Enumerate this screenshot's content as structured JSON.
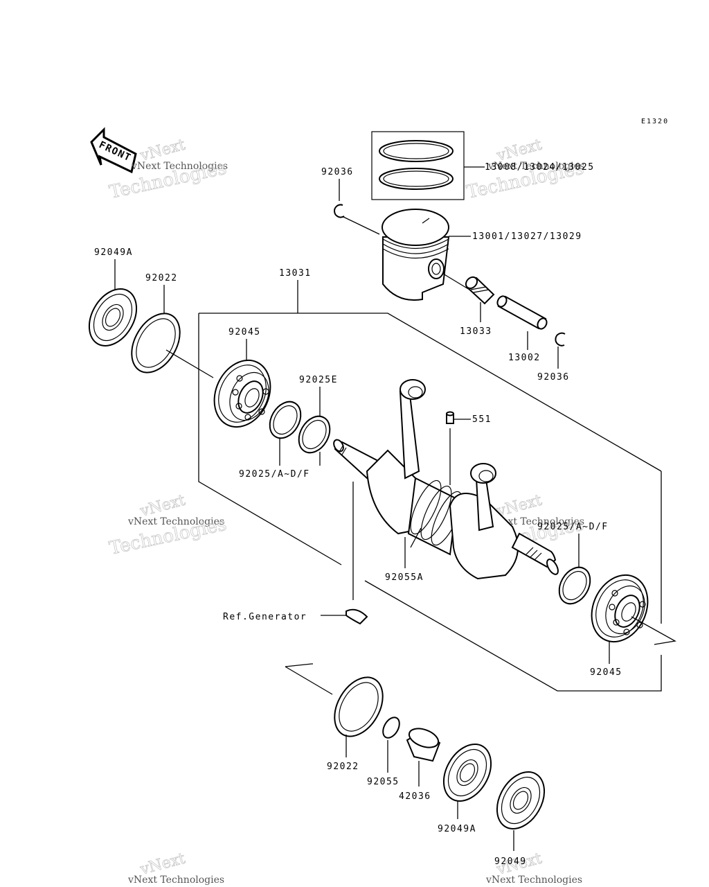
{
  "diagram_code": "E1320",
  "front_label": "FRONT",
  "watermark": {
    "line1": "vNext",
    "line2": "vNext Technologies",
    "line3": "Technologies"
  },
  "labels": {
    "p13008": "13008/13024/13025",
    "p92036_top": "92036",
    "p13001": "13001/13027/13029",
    "p92049A_top": "92049A",
    "p92022_top": "92022",
    "p13031": "13031",
    "p92045_left": "92045",
    "p13033": "13033",
    "p13002": "13002",
    "p92036_right": "92036",
    "p92025E": "92025E",
    "p551": "551",
    "p92025_left": "92025/A~D/F",
    "p92025_right": "92025/A~D/F",
    "p92055A": "92055A",
    "ref_generator": "Ref.Generator",
    "p92045_right": "92045",
    "p92022_bottom": "92022",
    "p92055": "92055",
    "p42036": "42036",
    "p92049A_bottom": "92049A",
    "p92049": "92049"
  }
}
